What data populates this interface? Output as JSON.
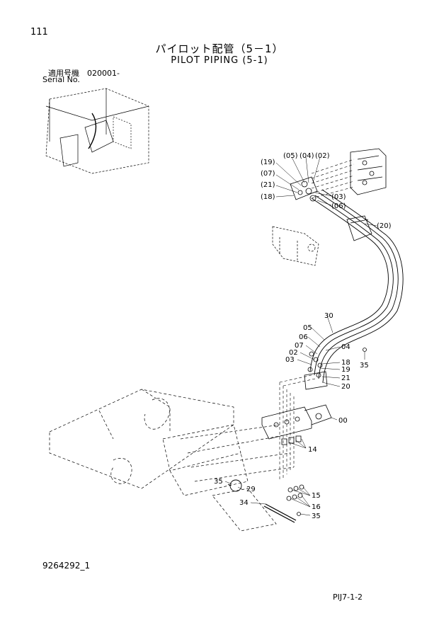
{
  "page_number": "111",
  "title_jp": "パイロット配管（5－1）",
  "title_en": "PILOT PIPING (5-1)",
  "serial_label_jp": "適用号機　020001-",
  "serial_label_en": "Serial No.",
  "document_number": "9264292_1",
  "page_reference": "PIJ7-1-2",
  "callouts": {
    "c05p": "(05)",
    "c04p": "(04)",
    "c02p": "(02)",
    "c19p": "(19)",
    "c07p": "(07)",
    "c21p": "(21)",
    "c18p": "(18)",
    "c03p": "(03)",
    "c06p": "(06)",
    "c20p": "(20)",
    "c30": "30",
    "c05": "05",
    "c06": "06",
    "c07": "07",
    "c02": "02",
    "c03": "03",
    "c04": "04",
    "c18": "18",
    "c19": "19",
    "c21": "21",
    "c20": "20",
    "c35a": "35",
    "c00": "00",
    "c14": "14",
    "c35b": "35",
    "c29": "29",
    "c15": "15",
    "c34": "34",
    "c16": "16",
    "c35c": "35"
  }
}
